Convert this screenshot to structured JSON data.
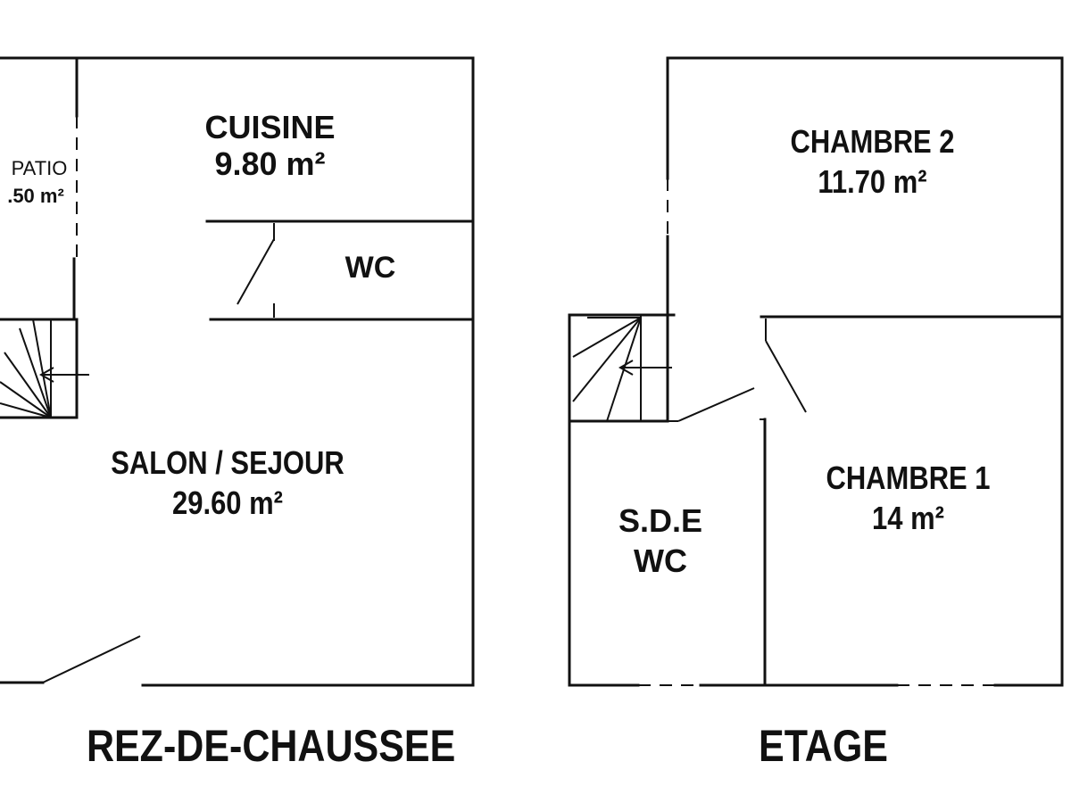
{
  "ground_floor": {
    "title": "REZ-DE-CHAUSSEE",
    "rooms": {
      "patio": {
        "name": "PATIO",
        "area": ".50 m²"
      },
      "cuisine": {
        "name": "CUISINE",
        "area": "9.80 m²"
      },
      "wc": {
        "name": "WC"
      },
      "salon": {
        "name": "SALON / SEJOUR",
        "area": "29.60 m²"
      }
    }
  },
  "upper_floor": {
    "title": "ETAGE",
    "rooms": {
      "chambre2": {
        "name": "CHAMBRE 2",
        "area": "11.70 m²"
      },
      "chambre1": {
        "name": "CHAMBRE 1",
        "area": "14 m²"
      },
      "sde": {
        "name": "S.D.E",
        "name2": "WC"
      }
    }
  }
}
